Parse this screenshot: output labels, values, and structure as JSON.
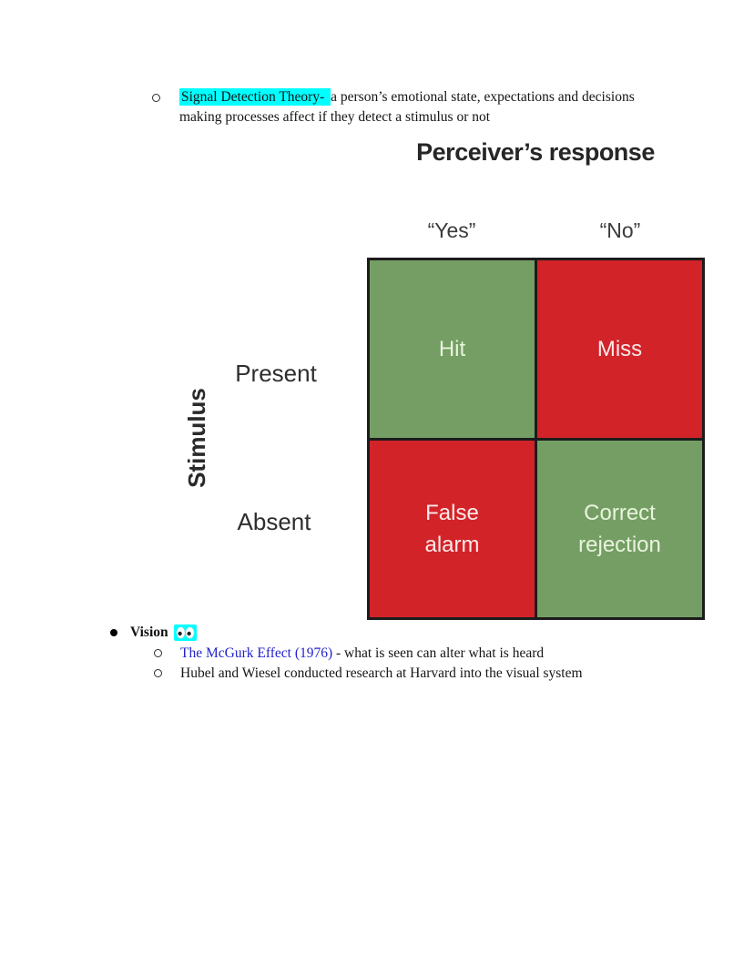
{
  "page": {
    "background": "#ffffff"
  },
  "sdt_bullet": {
    "highlight_text": "Signal Detection Theory- ",
    "highlight_color": "#00ffff",
    "line1_rest": "a person’s emotional state, expectations and decisions",
    "line2": "making processes affect if they detect a stimulus or not"
  },
  "figure": {
    "title": "Perceiver’s response",
    "col_labels": {
      "yes": "“Yes”",
      "no": "“No”"
    },
    "axis_label": "Stimulus",
    "row_labels": {
      "present": "Present",
      "absent": "Absent"
    },
    "cells": {
      "hit": {
        "label": "Hit",
        "color": "green"
      },
      "miss": {
        "label": "Miss",
        "color": "red"
      },
      "false_alarm": {
        "label": "False\nalarm",
        "color": "red"
      },
      "correct_rejection": {
        "label": "Correct\nrejection",
        "color": "green"
      }
    },
    "colors": {
      "green": "#759e65",
      "red": "#d22329",
      "grid_border": "#1c1c1c",
      "text_on_green": "#e8f4dc",
      "text_on_red": "#fbe9e9"
    }
  },
  "vision_section": {
    "heading": "Vision",
    "emoji_name": "eyes-emoji",
    "emoji_highlight_color": "#00ffff",
    "link_color": "#2323cc",
    "items": [
      {
        "link_text": "The McGurk Effect (1976)",
        "rest": " - what is seen can alter what is heard"
      },
      {
        "text": "Hubel and Wiesel conducted research at Harvard into the visual system"
      }
    ]
  }
}
